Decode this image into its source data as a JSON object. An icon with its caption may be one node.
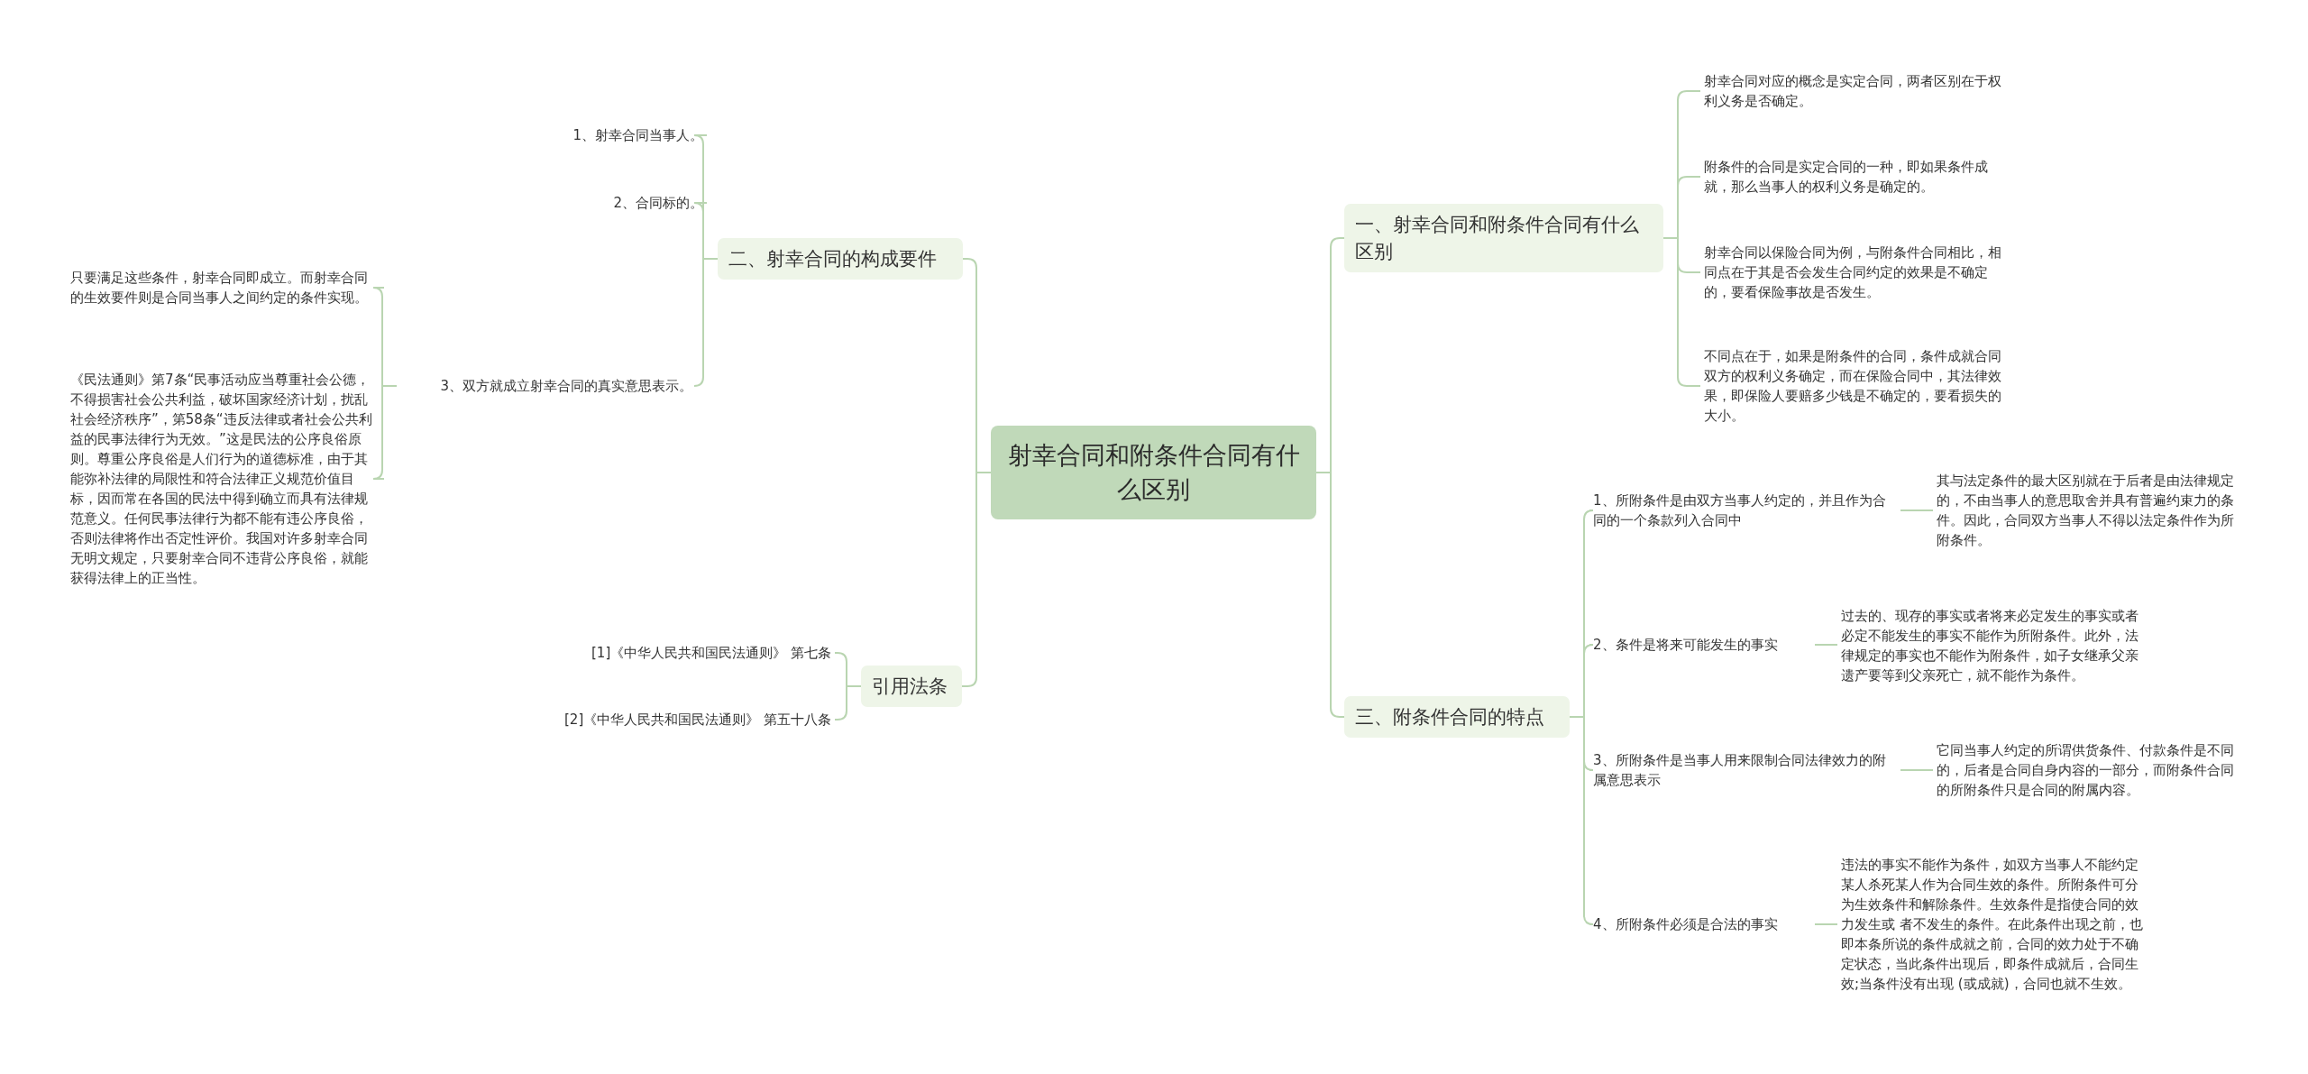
{
  "diagram": {
    "nodes": [
      {
        "text": [
          "射幸合同和附条件合同有什么区别"
        ]
      },
      {
        "text": [
          "一、射幸合同和附条件合同有什么区别"
        ]
      },
      {
        "text": [
          "射幸合同对应的概念是实定合同，两者区别在于权利义务是否确定。"
        ]
      },
      {
        "text": [
          "附条件的合同是实定合同的一种，即如果条件成就，那么当事人的权利义务是确定的。"
        ]
      },
      {
        "text": [
          "射幸合同以保险合同为例，与附条件合同相比，相同点在于其是否会发生合同约定的效果是不确定的，要看保险事故是否发生。"
        ]
      },
      {
        "text": [
          "不同点在于，如果是附条件的合同，条件成就合同双方的权利义务确定，而在保险合同中，其法律效果，即保险人要赔多少钱是不确定的，要看损失的大小。"
        ]
      },
      {
        "text": [
          "三、附条件合同的特点"
        ]
      },
      {
        "text": [
          "1、所附条件是由双方当事人约定的，并且作为合同的一个条款列入合同中"
        ]
      },
      {
        "text": [
          "其与法定条件的最大区别就在于后者是由法律规定的，不由当事人的意思取舍并具有普遍约束力的条件。因此，合同双方当事人不得以法定条件作为所附条件。"
        ]
      },
      {
        "text": [
          "2、条件是将来可能发生的事实"
        ]
      },
      {
        "text": [
          "过去的、现存的事实或者将来必定发生的事实或者必定不能发生的事实不能作为所附条件。此外，法律规定的事实也不能作为附条件，如子女继承父亲遗产要等到父亲死亡，就不能作为条件。"
        ]
      },
      {
        "text": [
          "3、所附条件是当事人用来限制合同法律效力的附属意思表示"
        ]
      },
      {
        "text": [
          "它同当事人约定的所谓供货条件、付款条件是不同的，后者是合同自身内容的一部分，而附条件合同的所附条件只是合同的附属内容。"
        ]
      },
      {
        "text": [
          "4、所附条件必须是合法的事实"
        ]
      },
      {
        "text": [
          "违法的事实不能作为条件，如双方当事人不能约定某人杀死某人作为合同生效的条件。所附条件可分为生效条件和解除条件。生效条件是指使合同的效力发生或 者不发生的条件。在此条件出现之前，也即本条所说的条件成就之前，合同的效力处于不确定状态，当此条件出现后，即条件成就后，合同生效;当条件没有出现 (或成就)，合同也就不生效。"
        ]
      },
      {
        "text": [
          "二、射幸合同的构成要件"
        ]
      },
      {
        "text": [
          "1、射幸合同当事人。"
        ]
      },
      {
        "text": [
          "2、合同标的。"
        ]
      },
      {
        "text": [
          "3、双方就成立射幸合同的真实意思表示。"
        ]
      },
      {
        "text": [
          "只要满足这些条件，射幸合同即成立。而射幸合同的生效要件则是合同当事人之间约定的条件实现。"
        ]
      },
      {
        "text": [
          "《民法通则》第7条“民事活动应当尊重社会公德，不得损害社会公共利益，破坏国家经济计划，扰乱社会经济秩序”，第58条“违反法律或者社会公共利益的民事法律行为无效。”这是民法的公序良俗原则。尊重公序良俗是人们行为的道德标准，由于其能弥补法律的局限性和符合法律正义规范价值目标，因而常在各国的民法中得到确立而具有法律规范意义。任何民事法律行为都不能有违公序良俗，否则法律将作出否定性评价。我国对许多射幸合同无明文规定，只要射幸合同不违背公序良俗，就能获得法律上的正当性。"
        ]
      },
      {
        "text": [
          "引用法条"
        ]
      },
      {
        "text": [
          "[1]《中华人民共和国民法通则》 第七条"
        ]
      },
      {
        "text": [
          "[2]《中华人民共和国民法通则》 第五十八条"
        ]
      }
    ],
    "edges": [
      {
        "from": 0,
        "to": 1,
        "arrow": "none"
      },
      {
        "from": 1,
        "to": 2,
        "arrow": "none"
      },
      {
        "from": 1,
        "to": 3,
        "arrow": "none"
      },
      {
        "from": 1,
        "to": 4,
        "arrow": "none"
      },
      {
        "from": 1,
        "to": 5,
        "arrow": "none"
      },
      {
        "from": 0,
        "to": 6,
        "arrow": "none"
      },
      {
        "from": 6,
        "to": 7,
        "arrow": "none"
      },
      {
        "from": 7,
        "to": 8,
        "arrow": "none"
      },
      {
        "from": 6,
        "to": 9,
        "arrow": "none"
      },
      {
        "from": 9,
        "to": 10,
        "arrow": "none"
      },
      {
        "from": 6,
        "to": 11,
        "arrow": "none"
      },
      {
        "from": 11,
        "to": 12,
        "arrow": "none"
      },
      {
        "from": 6,
        "to": 13,
        "arrow": "none"
      },
      {
        "from": 13,
        "to": 14,
        "arrow": "none"
      },
      {
        "from": 0,
        "to": 15,
        "arrow": "none"
      },
      {
        "from": 15,
        "to": 16,
        "arrow": "none"
      },
      {
        "from": 15,
        "to": 17,
        "arrow": "none"
      },
      {
        "from": 15,
        "to": 18,
        "arrow": "none"
      },
      {
        "from": 18,
        "to": 19,
        "arrow": "none"
      },
      {
        "from": 18,
        "to": 20,
        "arrow": "none"
      },
      {
        "from": 0,
        "to": 21,
        "arrow": "none"
      },
      {
        "from": 21,
        "to": 22,
        "arrow": "none"
      },
      {
        "from": 21,
        "to": 23,
        "arrow": "none"
      }
    ]
  }
}
